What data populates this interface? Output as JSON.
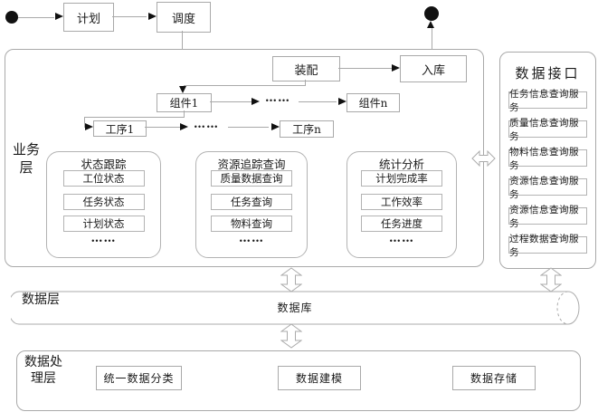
{
  "colors": {
    "line": "#a9a9a9",
    "arrow": "#111111",
    "text": "#1a1a1a"
  },
  "top_flow": {
    "plan": "计划",
    "scheduling": "调度"
  },
  "business_layer": {
    "label": "业务层",
    "assembly": "装配",
    "warehousing": "入库",
    "component_1": "组件1",
    "component_n": "组件n",
    "process_1": "工序1",
    "process_n": "工序n",
    "ellipsis": "……",
    "panels": [
      {
        "title": "状态跟踪",
        "items": [
          "工位状态",
          "任务状态",
          "计划状态"
        ]
      },
      {
        "title": "资源追踪查询",
        "items": [
          "质量数据查询",
          "任务查询",
          "物料查询"
        ]
      },
      {
        "title": "统计分析",
        "items": [
          "计划完成率",
          "工作效率",
          "任务进度"
        ]
      }
    ]
  },
  "data_interface": {
    "title": "数据接口",
    "services": [
      "任务信息查询服务",
      "质量信息查询服务",
      "物料信息查询服务",
      "资源信息查询服务",
      "资源信息查询服务",
      "过程数据查询服务"
    ]
  },
  "data_layer": {
    "label": "数据层",
    "database": "数据库"
  },
  "processing_layer": {
    "label": "数据处理层",
    "items": [
      "统一数据分类",
      "数据建模",
      "数据存储"
    ]
  }
}
